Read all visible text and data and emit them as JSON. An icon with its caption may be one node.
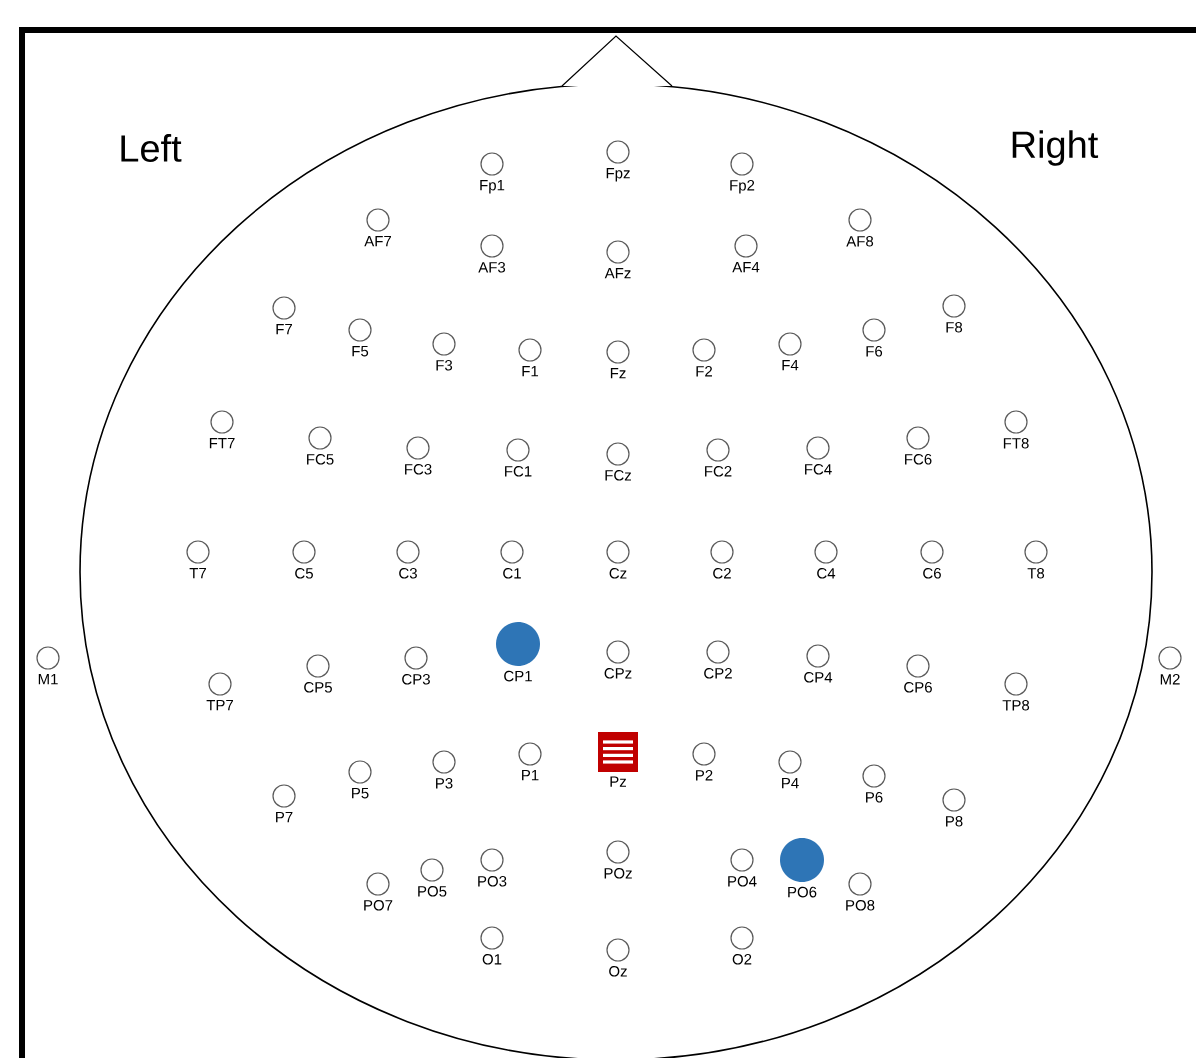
{
  "diagram": {
    "nodes": [
      {
        "text": [
          "Fp1"
        ]
      },
      {
        "text": [
          "Fpz"
        ]
      },
      {
        "text": [
          "Fp2"
        ]
      },
      {
        "text": [
          "AF7"
        ]
      },
      {
        "text": [
          "AF3"
        ]
      },
      {
        "text": [
          "AFz"
        ]
      },
      {
        "text": [
          "AF4"
        ]
      },
      {
        "text": [
          "AF8"
        ]
      },
      {
        "text": [
          "F7"
        ]
      },
      {
        "text": [
          "F5"
        ]
      },
      {
        "text": [
          "F3"
        ]
      },
      {
        "text": [
          "F1"
        ]
      },
      {
        "text": [
          "Fz"
        ]
      },
      {
        "text": [
          "F2"
        ]
      },
      {
        "text": [
          "F4"
        ]
      },
      {
        "text": [
          "F6"
        ]
      },
      {
        "text": [
          "F8"
        ]
      },
      {
        "text": [
          "FT7"
        ]
      },
      {
        "text": [
          "FC5"
        ]
      },
      {
        "text": [
          "FC3"
        ]
      },
      {
        "text": [
          "FC1"
        ]
      },
      {
        "text": [
          "FCz"
        ]
      },
      {
        "text": [
          "FC2"
        ]
      },
      {
        "text": [
          "FC4"
        ]
      },
      {
        "text": [
          "FC6"
        ]
      },
      {
        "text": [
          "FT8"
        ]
      },
      {
        "text": [
          "T7"
        ]
      },
      {
        "text": [
          "C5"
        ]
      },
      {
        "text": [
          "C3"
        ]
      },
      {
        "text": [
          "C1"
        ]
      },
      {
        "text": [
          "Cz"
        ]
      },
      {
        "text": [
          "C2"
        ]
      },
      {
        "text": [
          "C4"
        ]
      },
      {
        "text": [
          "C6"
        ]
      },
      {
        "text": [
          "T8"
        ]
      },
      {
        "text": [
          "M1"
        ]
      },
      {
        "text": [
          "TP7"
        ]
      },
      {
        "text": [
          "CP5"
        ]
      },
      {
        "text": [
          "CP3"
        ]
      },
      {
        "text": [
          "CP1"
        ]
      },
      {
        "text": [
          "CPz"
        ]
      },
      {
        "text": [
          "CP2"
        ]
      },
      {
        "text": [
          "CP4"
        ]
      },
      {
        "text": [
          "CP6"
        ]
      },
      {
        "text": [
          "TP8"
        ]
      },
      {
        "text": [
          "M2"
        ]
      },
      {
        "text": [
          "P7"
        ]
      },
      {
        "text": [
          "P5"
        ]
      },
      {
        "text": [
          "P3"
        ]
      },
      {
        "text": [
          "P1"
        ]
      },
      {
        "text": [
          "Pz"
        ]
      },
      {
        "text": [
          "P2"
        ]
      },
      {
        "text": [
          "P4"
        ]
      },
      {
        "text": [
          "P6"
        ]
      },
      {
        "text": [
          "P8"
        ]
      },
      {
        "text": [
          "PO7"
        ]
      },
      {
        "text": [
          "PO5"
        ]
      },
      {
        "text": [
          "PO3"
        ]
      },
      {
        "text": [
          "POz"
        ]
      },
      {
        "text": [
          "PO4"
        ]
      },
      {
        "text": [
          "PO6"
        ]
      },
      {
        "text": [
          "PO8"
        ]
      },
      {
        "text": [
          "O1"
        ]
      },
      {
        "text": [
          "Oz"
        ]
      },
      {
        "text": [
          "O2"
        ]
      }
    ],
    "labels": [
      "Left",
      "Right"
    ]
  }
}
